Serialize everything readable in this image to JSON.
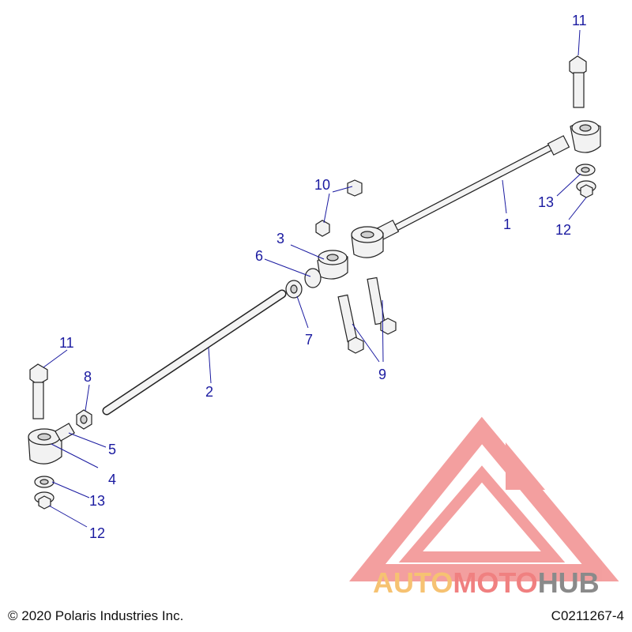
{
  "callouts": {
    "c1": "1",
    "c2": "2",
    "c3": "3",
    "c4": "4",
    "c5": "5",
    "c6": "6",
    "c7": "7",
    "c8": "8",
    "c9": "9",
    "c10": "10",
    "c11a": "11",
    "c11b": "11",
    "c12a": "12",
    "c12b": "12",
    "c13a": "13",
    "c13b": "13"
  },
  "footer": {
    "copyright": "© 2020 Polaris Industries Inc.",
    "drawing_id": "C0211267-4"
  },
  "watermark": {
    "part1": "AUTO",
    "part2": "MOTO",
    "part3": "HUB",
    "colors": {
      "red": "#f08080",
      "orange": "#f6c272",
      "gray": "#8a8a8a"
    }
  },
  "colors": {
    "callout": "#1a1aa0",
    "line": "#222222"
  }
}
